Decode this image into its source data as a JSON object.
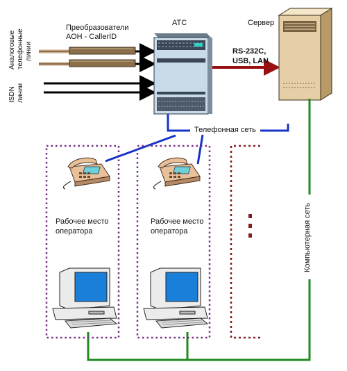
{
  "labels": {
    "analog_lines_1": "Аналоговые",
    "analog_lines_2": "телефонные",
    "analog_lines_3": "линии",
    "isdn_1": "ISDN",
    "isdn_2": "линии",
    "converters_1": "Преобразователи",
    "converters_2": "АОН - CallerID",
    "pbx": "АТС",
    "server": "Сервер",
    "interface_1": "RS-232C,",
    "interface_2": "USB, LAN",
    "phone_network": "Телефонная сеть",
    "computer_network": "Компьютерная сеть",
    "workstation_1_a": "Рабочее место",
    "workstation_1_b": "оператора",
    "workstation_2_a": "Рабочее место",
    "workstation_2_b": "оператора"
  },
  "colors": {
    "phone_line": "#1533c8",
    "computer_line": "#1f8a1f",
    "server_link": "#9a1010",
    "workstation_border": "#7a2a8a",
    "extra_border": "#8a1a1a",
    "converter": "#8a6f4a",
    "pbx_body": "#c9dbe8",
    "server_body": "#e6cfa6",
    "phone_body": "#e8c09a",
    "monitor_screen": "#1a7fd8",
    "computer_body": "#ececec"
  },
  "icons": {
    "pbx": "pbx-icon",
    "server": "server-icon",
    "telephone": "telephone-icon",
    "computer": "computer-icon",
    "converter": "converter-icon"
  }
}
